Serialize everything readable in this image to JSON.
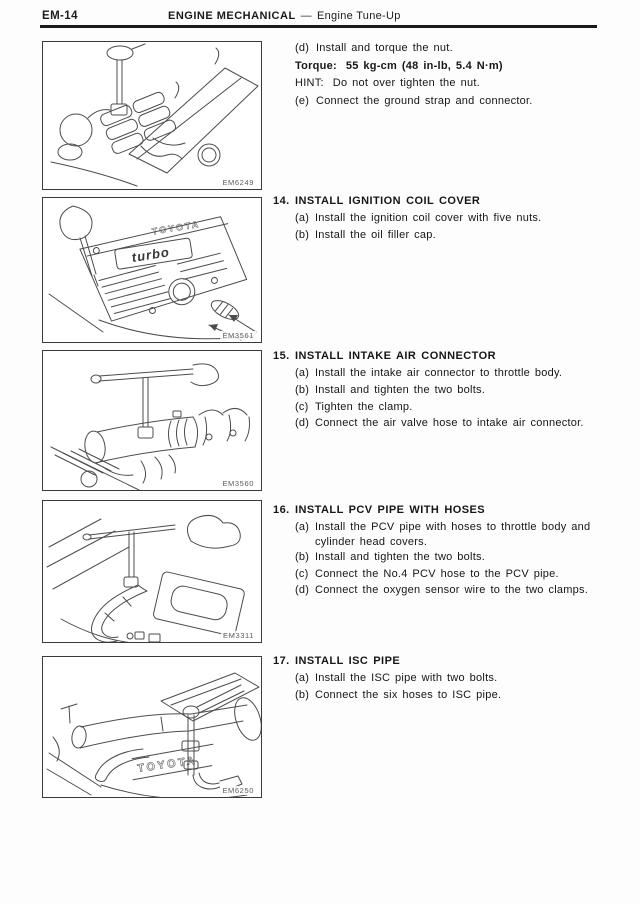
{
  "colors": {
    "paper": "#fdfdfd",
    "ink": "#1b1b1b",
    "line_art": "#4c4c4c"
  },
  "header": {
    "page_code": "EM-14",
    "section_title": "ENGINE MECHANICAL",
    "separator": "—",
    "subsection_title": "Engine Tune-Up"
  },
  "intro_steps": {
    "step_d": {
      "label": "(d)",
      "text": "Install and torque the nut."
    },
    "torque": {
      "label": "Torque:",
      "value": "55 kg-cm (48 in-lb, 5.4 N·m)"
    },
    "hint": {
      "label": "HINT:",
      "text": "Do not over tighten the nut."
    },
    "step_e": {
      "label": "(e)",
      "text": "Connect the ground strap and connector."
    }
  },
  "sections": [
    {
      "number": "14.",
      "title": "INSTALL IGNITION COIL COVER",
      "steps": [
        {
          "label": "(a)",
          "lines": [
            "Install the ignition coil cover with five nuts."
          ]
        },
        {
          "label": "(b)",
          "lines": [
            "Install the oil filler cap."
          ]
        }
      ]
    },
    {
      "number": "15.",
      "title": "INSTALL INTAKE AIR CONNECTOR",
      "steps": [
        {
          "label": "(a)",
          "lines": [
            "Install the intake air connector to throttle body."
          ]
        },
        {
          "label": "(b)",
          "lines": [
            "Install and tighten the two bolts."
          ]
        },
        {
          "label": "(c)",
          "lines": [
            "Tighten the clamp."
          ]
        },
        {
          "label": "(d)",
          "lines": [
            "Connect the air valve hose to intake air connector."
          ]
        }
      ]
    },
    {
      "number": "16.",
      "title": "INSTALL PCV PIPE WITH HOSES",
      "steps": [
        {
          "label": "(a)",
          "lines": [
            "Install the PCV pipe with hoses to throttle body and",
            "cylinder head covers."
          ]
        },
        {
          "label": "(b)",
          "lines": [
            "Install and tighten the two bolts."
          ]
        },
        {
          "label": "(c)",
          "lines": [
            "Connect the No.4 PCV hose to the PCV pipe."
          ]
        },
        {
          "label": "(d)",
          "lines": [
            "Connect the oxygen sensor wire to the two clamps."
          ]
        }
      ]
    },
    {
      "number": "17.",
      "title": "INSTALL ISC PIPE",
      "steps": [
        {
          "label": "(a)",
          "lines": [
            "Install the ISC pipe with two bolts."
          ]
        },
        {
          "label": "(b)",
          "lines": [
            "Connect the six hoses to ISC pipe."
          ]
        }
      ]
    }
  ],
  "figures": [
    {
      "code": "EM6249"
    },
    {
      "code": "EM3561",
      "labels": {
        "brand": "TOYOTA",
        "model": "turbo"
      }
    },
    {
      "code": "EM3560"
    },
    {
      "code": "EM3311"
    },
    {
      "code": "EM6250",
      "labels": {
        "brand": "TOYOTA"
      }
    }
  ]
}
